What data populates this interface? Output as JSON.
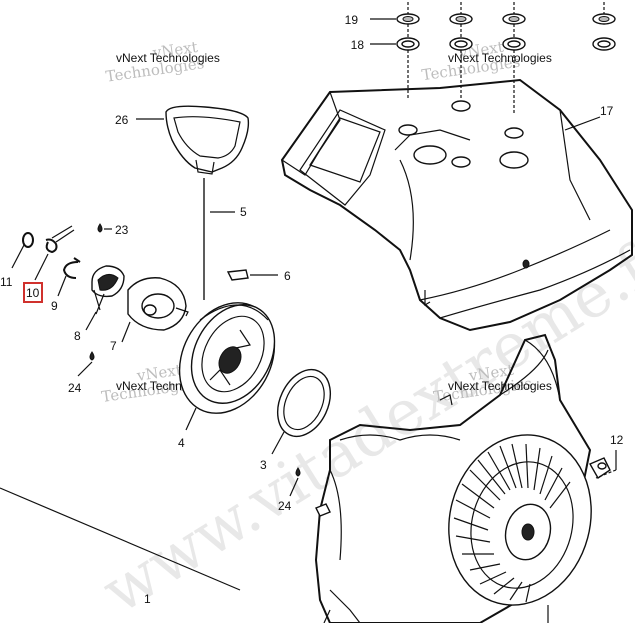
{
  "watermarks": [
    {
      "line1": "vNext",
      "line2": "Technologies"
    },
    {
      "line1": "vNext",
      "line2": "Technologies"
    },
    {
      "line1": "vNext",
      "line2": "Technologies"
    },
    {
      "line1": "vNext",
      "line2": "Technologies"
    }
  ],
  "big_watermark": "www.vitadextreme.fr",
  "callouts": {
    "c1": "1",
    "c3": "3",
    "c4": "4",
    "c5": "5",
    "c6": "6",
    "c7": "7",
    "c8": "8",
    "c9": "9",
    "c10": "10",
    "c11": "11",
    "c12": "12",
    "c17": "17",
    "c18": "18",
    "c19": "19",
    "c23": "23",
    "c24a": "24",
    "c24b": "24",
    "c26": "26"
  },
  "highlight": {
    "part": "10",
    "color": "#d0312d"
  }
}
